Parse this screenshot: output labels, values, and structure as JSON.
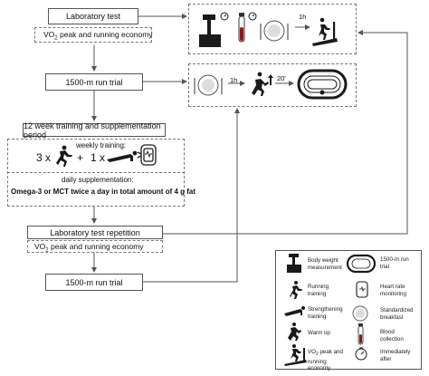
{
  "flow": {
    "lab_test": "Laboratory test",
    "vo2_peak_label_prefix": "VO",
    "vo2_sub": "2",
    "vo2_peak_label_suffix": " peak and running economy",
    "run_trial_1": "1500-m run trial",
    "training_period": "12 week training and supplementation period",
    "weekly_training": "weekly training:",
    "run_count": "3 x",
    "plus": "+",
    "strength_count": "1 x",
    "daily_supplementation": "daily supplementation:",
    "supplement_text": "Omega-3 or MCT twice a day in total amount of 4 g fat",
    "lab_test_repeat": "Laboratory test repetition",
    "run_trial_2": "1500-m run trial"
  },
  "timeline": {
    "top_1h": "1h",
    "mid_1h": "1h",
    "mid_20": "20'"
  },
  "legend": {
    "body_weight": "Body weight measurement",
    "track": "1500-m run trial",
    "running_training": "Running training",
    "heart_rate": "Heart rate monitoring",
    "strengthening": "Strengthening training",
    "breakfast": "Standardized breakfast",
    "warm_up": "Warm up",
    "blood": "Blood collection",
    "vo2_prefix": "VO",
    "vo2_sub": "2",
    "vo2_suffix": " peak and running economy",
    "immediately_after": "Immediately after"
  },
  "colors": {
    "line": "#555555",
    "icon": "#1a1a1a",
    "blood": "#8b1a1a"
  }
}
